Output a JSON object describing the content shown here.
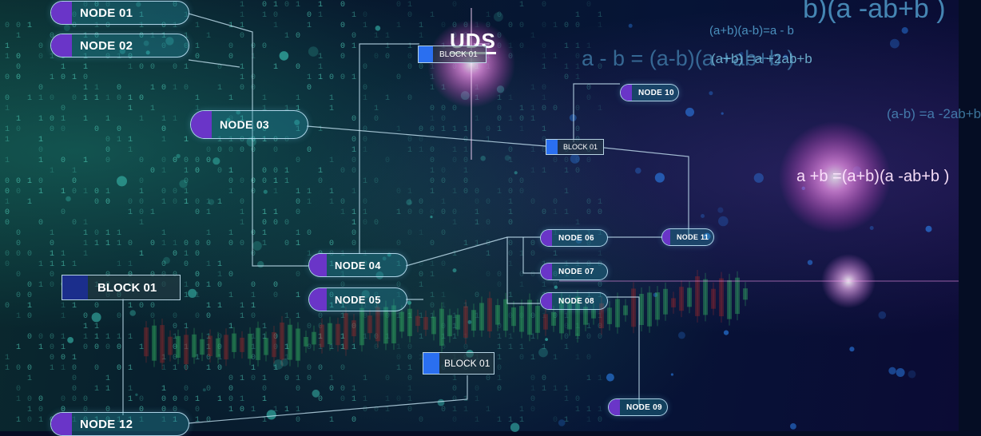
{
  "logo": {
    "text": "UDS"
  },
  "nodes": {
    "node01": "NODE 01",
    "node02": "NODE 02",
    "node03": "NODE 03",
    "node04": "NODE 04",
    "node05": "NODE 05",
    "node06": "NODE 06",
    "node07": "NODE 07",
    "node08": "NODE 08",
    "node09": "NODE 09",
    "node10": "NODE 10",
    "node11": "NODE 11",
    "node12": "NODE 12"
  },
  "blocks": {
    "block_top": "BLOCK 01",
    "block_mid": "BLOCK 01",
    "block_left": "BLOCK 01",
    "block_bottom": "BLOCK 01"
  },
  "equations": {
    "eq1": "(a+b)(a-b)=a - b",
    "eq2": "b)(a -ab+b )",
    "eq3": "a - b = (a-b)(a +ab+b )",
    "eq4": "(a+b) =a +2ab+b",
    "eq5": "(a-b) =a -2ab+b",
    "eq6": "a +b =(a+b)(a -ab+b )"
  },
  "colors": {
    "accent_purple": "#6a35c8",
    "accent_blue": "#2a6ff0",
    "glow_pink": "#ff6cf0"
  }
}
